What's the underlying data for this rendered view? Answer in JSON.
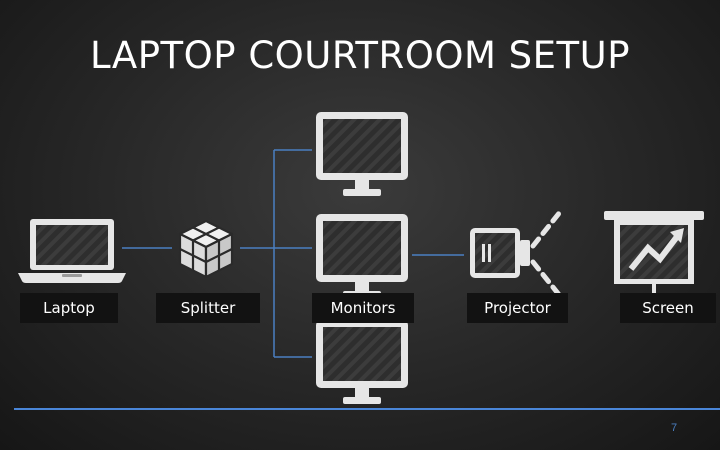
{
  "slide": {
    "title": "LAPTOP COURTROOM SETUP",
    "page_number": "7"
  },
  "nodes": {
    "laptop": "Laptop",
    "splitter": "Splitter",
    "monitors": "Monitors",
    "projector": "Projector",
    "screen": "Screen"
  },
  "colors": {
    "icon": "#e6e6e6",
    "connector": "#4a7fc1",
    "accent_line": "#4a86d8",
    "label_bg": "#121212"
  },
  "icons": [
    "laptop-icon",
    "splitter-icon",
    "monitor-icon",
    "projector-icon",
    "projection-screen-icon"
  ]
}
